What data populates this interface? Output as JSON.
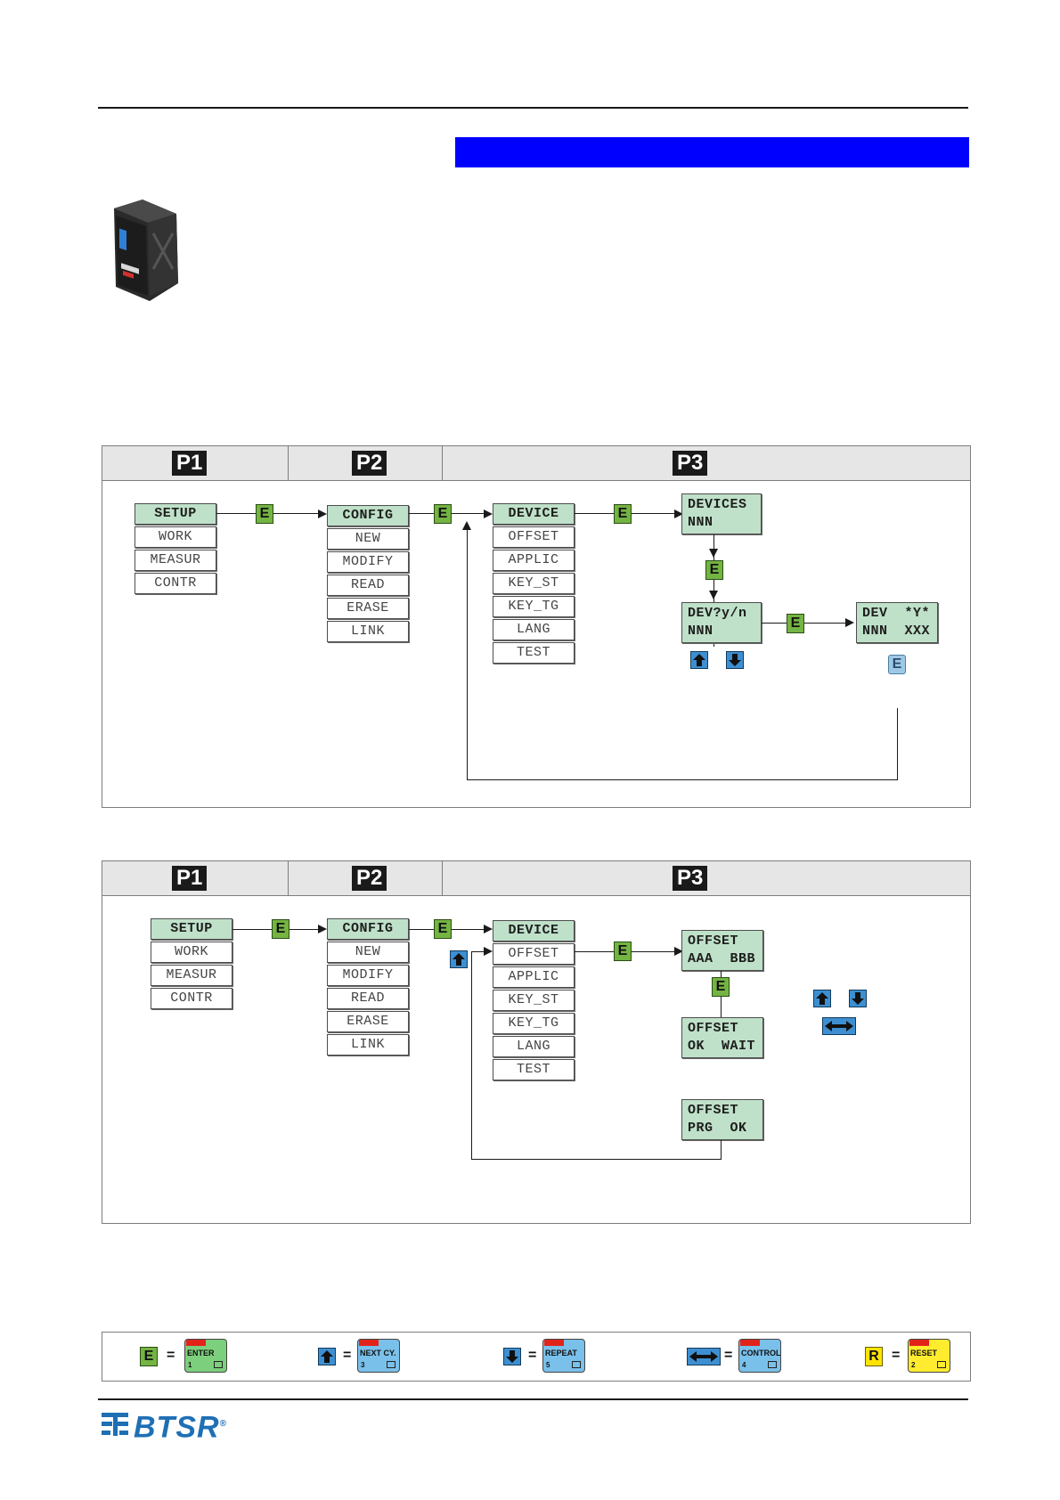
{
  "panel1": {
    "headers": [
      "P1",
      "P2",
      "P3"
    ],
    "menu_p1": [
      "SETUP",
      "WORK",
      "MEASUR",
      "CONTR"
    ],
    "menu_p2": [
      "CONFIG",
      "NEW",
      "MODIFY",
      "READ",
      "ERASE",
      "LINK"
    ],
    "menu_p3": [
      "DEVICE",
      "OFFSET",
      "APPLIC",
      "KEY_ST",
      "KEY_TG",
      "LANG",
      "TEST"
    ],
    "disp_devices": "DEVICES\nNNN",
    "disp_dev_yn": "DEV?y/n\nNNN",
    "disp_dev_y": "DEV  *Y*\nNNN  XXX",
    "key_e": "E"
  },
  "panel2": {
    "headers": [
      "P1",
      "P2",
      "P3"
    ],
    "menu_p1": [
      "SETUP",
      "WORK",
      "MEASUR",
      "CONTR"
    ],
    "menu_p2": [
      "CONFIG",
      "NEW",
      "MODIFY",
      "READ",
      "ERASE",
      "LINK"
    ],
    "menu_p3": [
      "DEVICE",
      "OFFSET",
      "APPLIC",
      "KEY_ST",
      "KEY_TG",
      "LANG",
      "TEST"
    ],
    "disp_offset": "OFFSET\nAAA  BBB",
    "disp_offset_wait": "OFFSET\nOK  WAIT",
    "disp_offset_ok": "OFFSET\nPRG  OK",
    "key_e": "E"
  },
  "legend": {
    "eq": "=",
    "key_e": "E",
    "key_r": "R",
    "enter": {
      "label": "ENTER",
      "num": "1"
    },
    "next": {
      "label": "NEXT CY.",
      "num": "3"
    },
    "repeat": {
      "label": "REPEAT",
      "num": "5"
    },
    "control": {
      "label": "CONTROL",
      "num": "4"
    },
    "reset": {
      "label": "RESET",
      "num": "2"
    }
  },
  "footer": {
    "logo": "BTSR",
    "registered": "®"
  },
  "colors": {
    "blue_bar": "#0000ff",
    "lcd": "#bfe1c9",
    "e_key": "#74b443",
    "arrow_key": "#3d8fd1",
    "reset_key": "#ffe300",
    "led": "#e2231a"
  }
}
